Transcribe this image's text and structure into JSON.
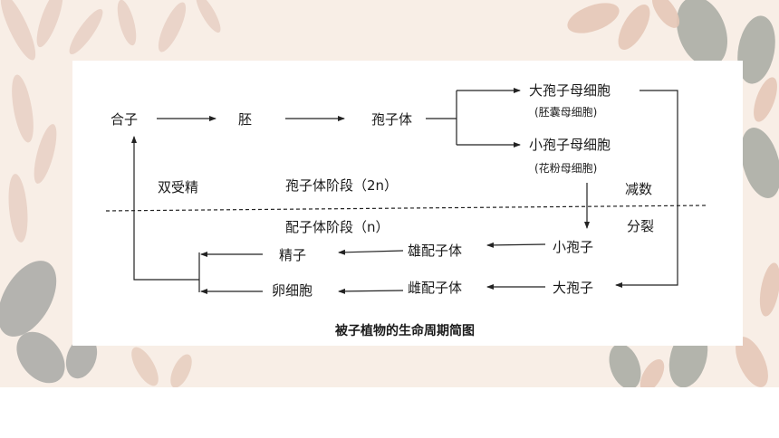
{
  "nodes": {
    "zygote": "合子",
    "embryo": "胚",
    "sporophyte": "孢子体",
    "megasporocyte": "大孢子母细胞",
    "megasporocyte_note": "(胚囊母细胞)",
    "microsporocyte": "小孢子母细胞",
    "microsporocyte_note": "(花粉母细胞)",
    "microspore": "小孢子",
    "megaspore": "大孢子",
    "male_gametophyte": "雄配子体",
    "female_gametophyte": "雌配子体",
    "sperm": "精子",
    "egg": "卵细胞"
  },
  "stages": {
    "double_fertilization": "双受精",
    "sporophyte_stage": "孢子体阶段（2n）",
    "gametophyte_stage": "配子体阶段（n）",
    "meiosis_top": "减数",
    "meiosis_bottom": "分裂"
  },
  "caption": "被子植物的生命周期简图",
  "colors": {
    "background": "#f8eee6",
    "panel": "#ffffff",
    "line": "#222222"
  }
}
